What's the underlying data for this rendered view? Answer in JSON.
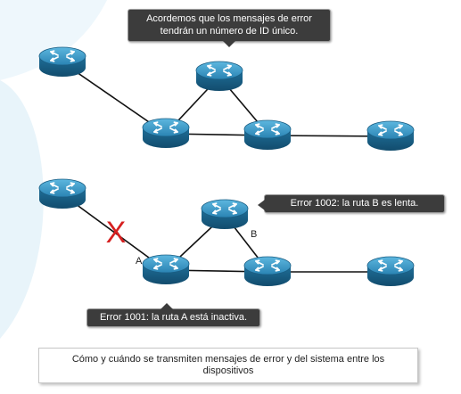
{
  "callouts": {
    "top_line1": "Acordemos que los mensajes de error",
    "top_line2": "tendrán un número de ID único.",
    "route_b": "Error 1002: la ruta B es lenta.",
    "route_a": "Error 1001: la ruta A está inactiva."
  },
  "labels": {
    "a": "A",
    "b": "B"
  },
  "failure_mark": "X",
  "caption": "Cómo y cuándo se transmiten mensajes de error y del sistema entre los dispositivos",
  "colors": {
    "router_body": "#1f6f99",
    "router_top": "#3a9bc8",
    "link": "#111111",
    "failure": "#d62020",
    "callout_bg": "#3c3c3c"
  },
  "icons": [
    "router-icon"
  ]
}
